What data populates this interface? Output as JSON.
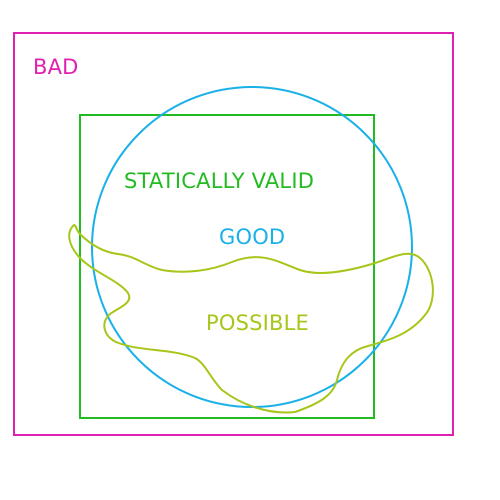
{
  "labels": {
    "bad": "BAD",
    "statically_valid": "STATICALLY VALID",
    "good": "GOOD",
    "possible": "POSSIBLE"
  },
  "colors": {
    "bad": "#e020b0",
    "statically_valid": "#22bb22",
    "good": "#1ab0e8",
    "possible": "#a6c61a"
  }
}
